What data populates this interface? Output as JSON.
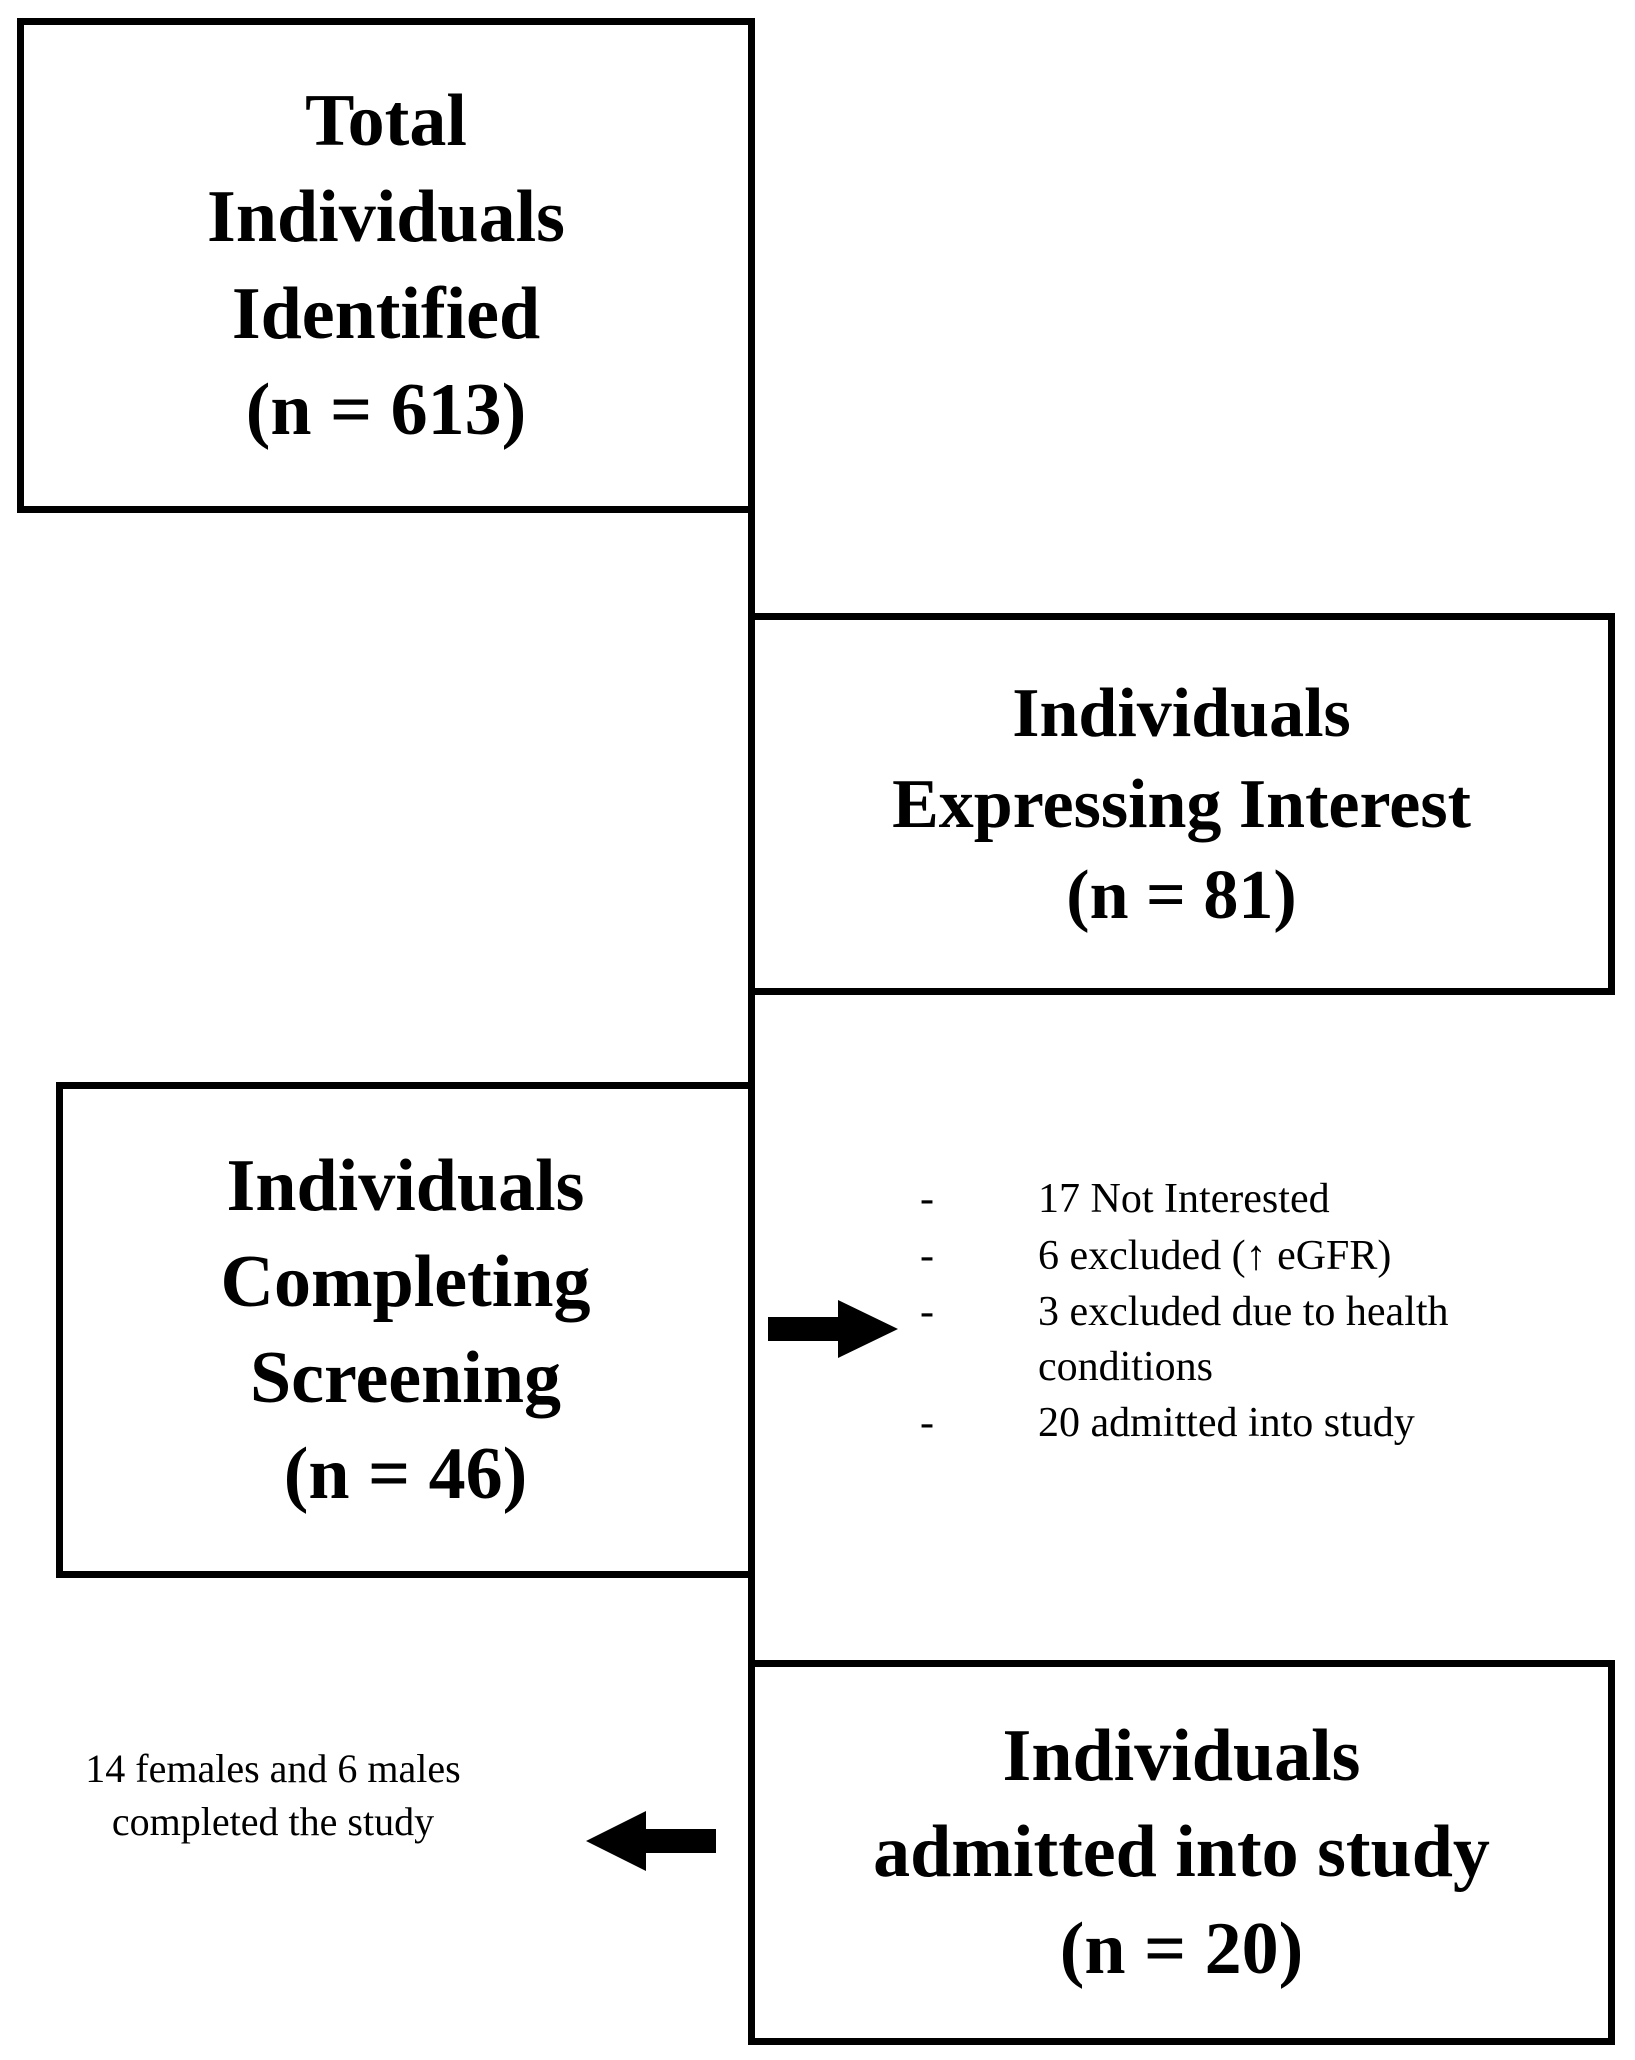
{
  "diagram": {
    "type": "participant-flow-chart",
    "boxes": {
      "identified": {
        "line1": "Total",
        "line2": "Individuals",
        "line3": "Identified",
        "line4": "(n = 613)",
        "count": 613
      },
      "interest": {
        "line1": "Individuals",
        "line2": "Expressing  Interest",
        "line3": "(n = 81)",
        "count": 81
      },
      "screening": {
        "line1": "Individuals",
        "line2": "Completing",
        "line3": "Screening",
        "line4": "(n = 46)",
        "count": 46
      },
      "admitted": {
        "line1": "Individuals",
        "line2": "admitted into study",
        "line3": "(n = 20)",
        "count": 20
      }
    },
    "exclusion_list": {
      "bullet": "-",
      "items": [
        {
          "text": "17 Not Interested"
        },
        {
          "text": "6 excluded (↑ eGFR)"
        },
        {
          "text": "3 excluded due to health conditions"
        },
        {
          "text": "20 admitted into study"
        }
      ]
    },
    "completion_note": {
      "line1": "14 females and 6",
      "line2": "males completed the",
      "line3": "study"
    },
    "colors": {
      "stroke": "#000000",
      "background": "#ffffff",
      "text": "#000000"
    }
  }
}
